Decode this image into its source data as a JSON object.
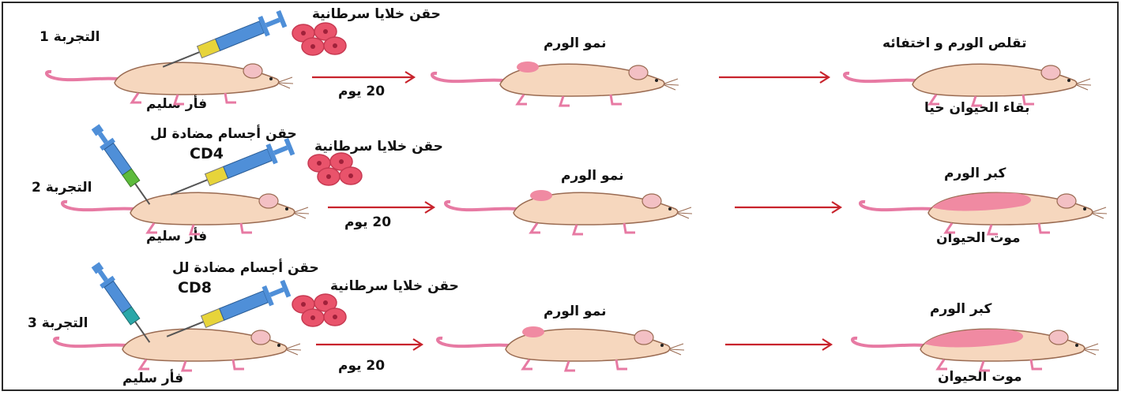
{
  "experiments": [
    {
      "label": "التجربة 1",
      "injection": "حقن خلايا سرطانية",
      "antibody": "",
      "antibody_target": "",
      "mouse": "فأر سليم",
      "duration": "20 يوم",
      "stage2": "نمو الورم",
      "stage3_top": "تقلص الورم و اختفائه",
      "stage3_bottom": "بقاء الحيوان حيا"
    },
    {
      "label": "التجربة 2",
      "injection": "حقن خلايا سرطانية",
      "antibody": "حقن أجسام مضادة لل",
      "antibody_target": "CD4",
      "mouse": "فأر سليم",
      "duration": "20 يوم",
      "stage2": "نمو الورم",
      "stage3_top": "كبر الورم",
      "stage3_bottom": "موت الحيوان"
    },
    {
      "label": "التجربة 3",
      "injection": "حقن خلايا سرطانية",
      "antibody": "حقن أجسام مضادة لل",
      "antibody_target": "CD8",
      "mouse": "فأر سليم",
      "duration": "20 يوم",
      "stage2": "نمو الورم",
      "stage3_top": "كبر الورم",
      "stage3_bottom": "موت الحيوان"
    }
  ],
  "colors": {
    "mouse_body": "#f6d7be",
    "mouse_outline": "#9a6b52",
    "tail": "#e77aa3",
    "tumor": "#f08aa2",
    "arrow": "#c8232c",
    "cancer_cell": "#e9536b",
    "syringe_barrel": "#4f8fd8",
    "syringe_band_experiment": "#e7d43a",
    "syringe_band_cd4": "#5dbb3c",
    "syringe_band_cd8": "#2aa7a8"
  },
  "icons": [
    "mouse-icon",
    "syringe-icon",
    "cancer-cells-icon",
    "arrow-right-icon"
  ]
}
